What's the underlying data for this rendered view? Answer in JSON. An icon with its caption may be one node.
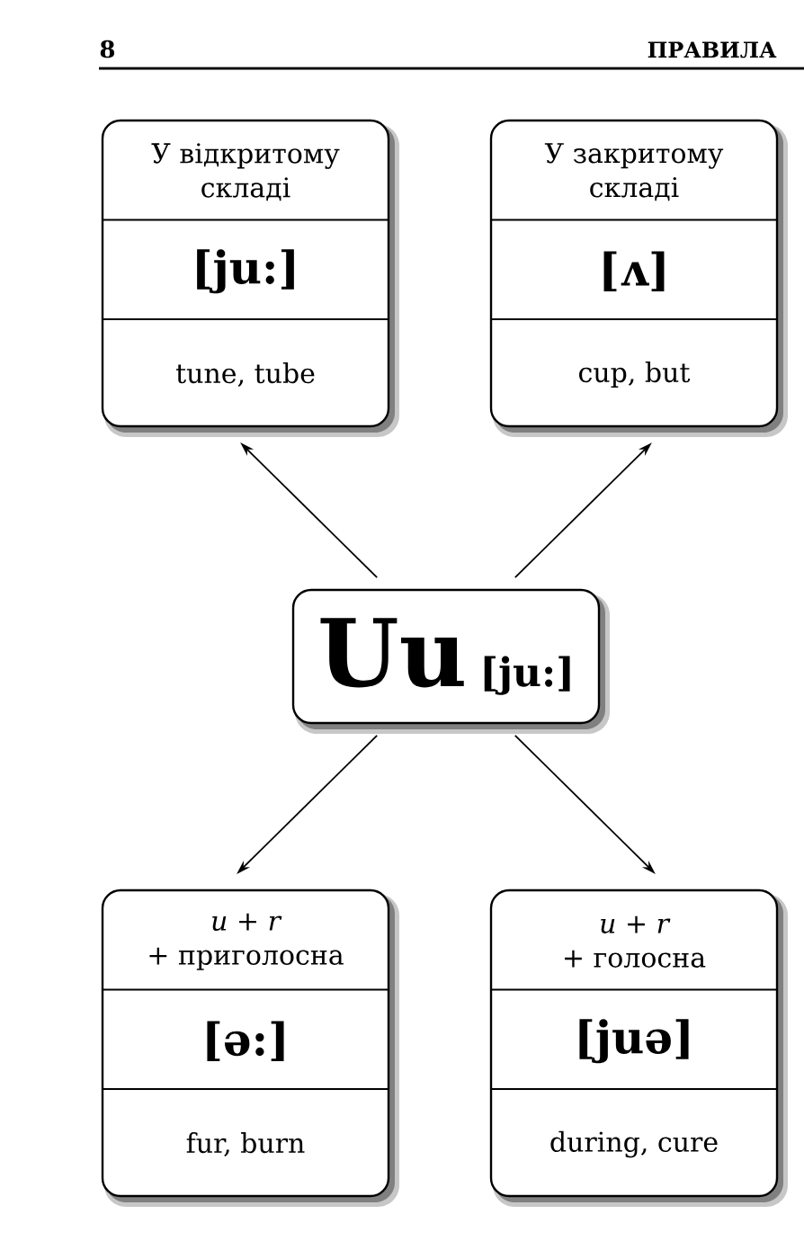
{
  "diagram": {
    "nodes": [
      {
        "text": [
          "У відкритому складі",
          "[ju:]",
          "tune, tube"
        ]
      },
      {
        "text": [
          "У закритому складі",
          "[ʌ]",
          "cup, but"
        ]
      },
      {
        "text": [
          "Uu",
          "[ju:]"
        ]
      },
      {
        "text": [
          "*u* + *r* + приголосна",
          "[ə:]",
          "fur, burn"
        ]
      },
      {
        "text": [
          "*u* + *r* + голосна",
          "[juə]",
          "during, cure"
        ]
      }
    ],
    "edges": [
      {
        "from": 2,
        "to": 0,
        "arrow": "to"
      },
      {
        "from": 2,
        "to": 1,
        "arrow": "to"
      },
      {
        "from": 2,
        "to": 3,
        "arrow": "to"
      },
      {
        "from": 2,
        "to": 4,
        "arrow": "to"
      }
    ],
    "labels": [
      "8",
      "ПРАВИЛА"
    ]
  }
}
